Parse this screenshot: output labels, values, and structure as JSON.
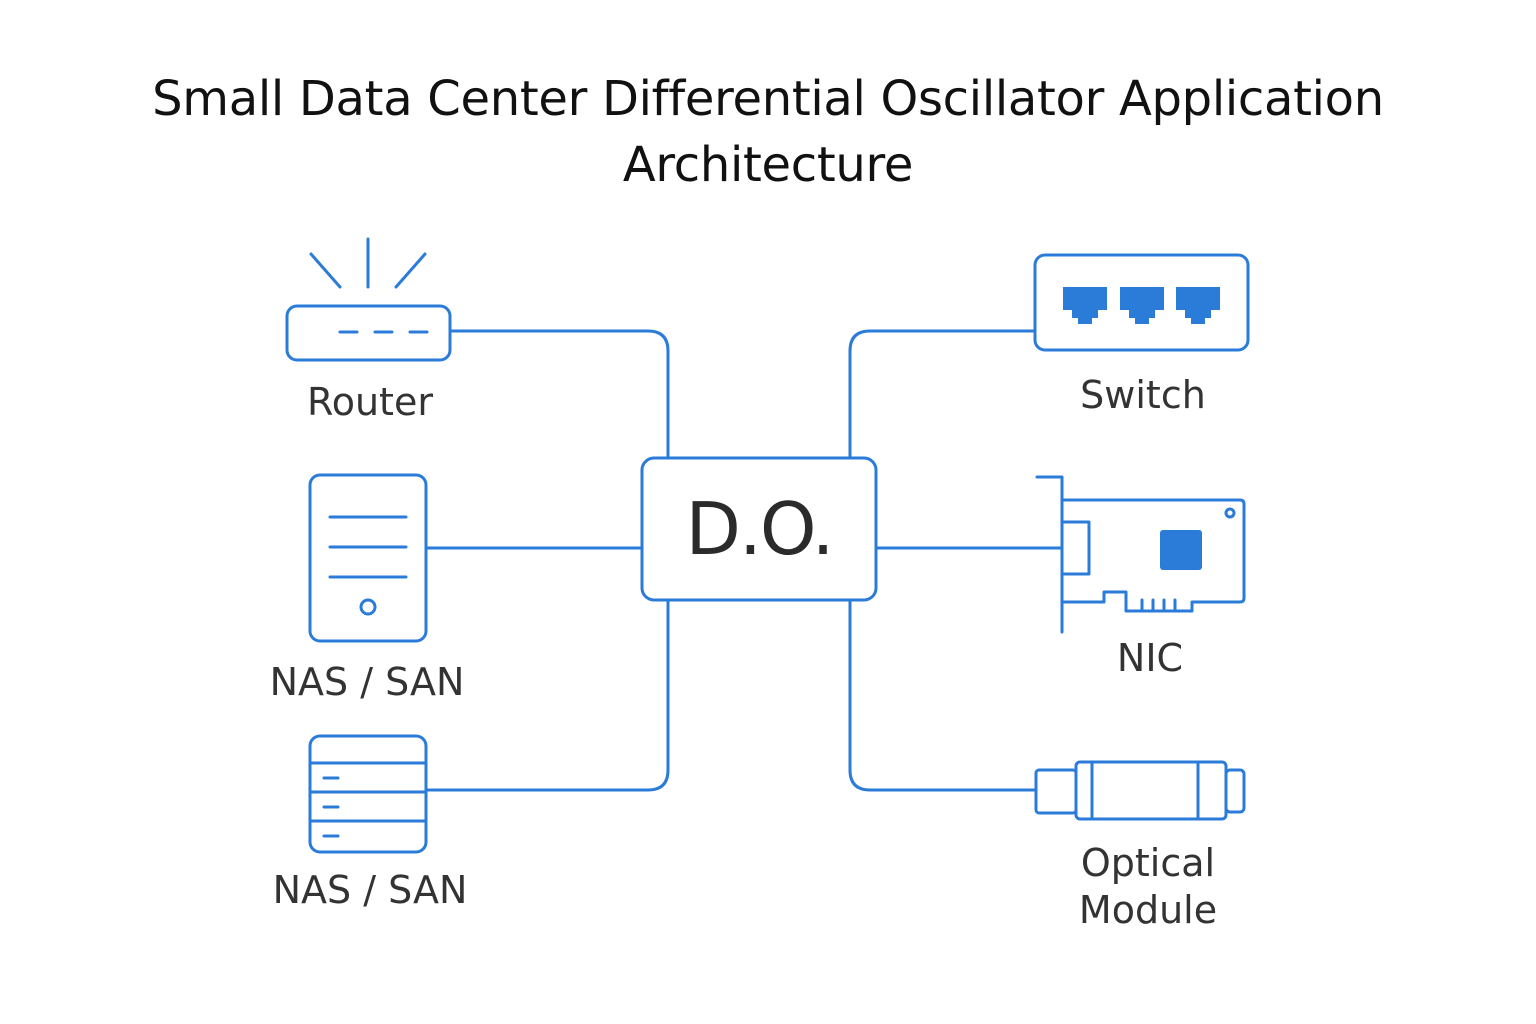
{
  "title": {
    "line1": "Small Data Center Differential Oscillator Application",
    "line2": "Architecture"
  },
  "center": {
    "label": "D.O."
  },
  "nodes": {
    "router": {
      "label": "Router",
      "icon": "router-icon"
    },
    "nas1": {
      "label": "NAS / SAN",
      "icon": "server-tower-icon"
    },
    "nas2": {
      "label": "NAS / SAN",
      "icon": "storage-array-icon"
    },
    "switch": {
      "label": "Switch",
      "icon": "network-switch-icon"
    },
    "nic": {
      "label": "NIC",
      "icon": "network-card-icon"
    },
    "optical": {
      "line1": "Optical",
      "line2": "Module",
      "icon": "optical-module-icon"
    }
  },
  "colors": {
    "accent": "#2b7bd8",
    "text": "#333333",
    "title": "#111111"
  }
}
